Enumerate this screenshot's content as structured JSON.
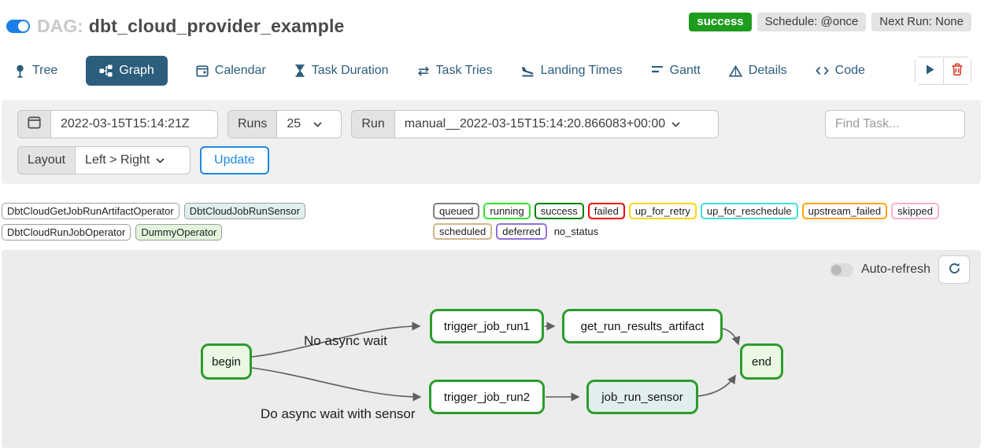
{
  "header": {
    "dag_prefix": "DAG:",
    "dag_title": "dbt_cloud_provider_example",
    "dag_paused_toggle_on": true,
    "badges": {
      "status": "success",
      "schedule": "Schedule: @once",
      "next_run": "Next Run: None"
    }
  },
  "tabs": {
    "active_tab": "Graph",
    "items": [
      {
        "label": "Tree",
        "icon": "tree-pin-icon"
      },
      {
        "label": "Graph",
        "icon": "graph-icon"
      },
      {
        "label": "Calendar",
        "icon": "calendar-icon"
      },
      {
        "label": "Task Duration",
        "icon": "hourglass-icon"
      },
      {
        "label": "Task Tries",
        "icon": "repeat-icon"
      },
      {
        "label": "Landing Times",
        "icon": "plane-landing-icon"
      },
      {
        "label": "Gantt",
        "icon": "gantt-icon"
      },
      {
        "label": "Details",
        "icon": "details-triangle-icon"
      },
      {
        "label": "Code",
        "icon": "code-icon"
      }
    ],
    "action_icons": [
      "play-icon",
      "trash-icon"
    ]
  },
  "filters": {
    "base_date_value": "2022-03-15T15:14:21Z",
    "runs_label": "Runs",
    "runs_value": "25",
    "run_label": "Run",
    "run_value": "manual__2022-03-15T15:14:20.866083+00:00",
    "find_task_placeholder": "Find Task...",
    "layout_label": "Layout",
    "layout_value": "Left > Right",
    "update_label": "Update"
  },
  "legend": {
    "operators": [
      {
        "label": "DbtCloudGetJobRunArtifactOperator",
        "bg": "#ffffff"
      },
      {
        "label": "DbtCloudJobRunSensor",
        "bg": "#dff0ee"
      },
      {
        "label": "DbtCloudRunJobOperator",
        "bg": "#ffffff"
      },
      {
        "label": "DummyOperator",
        "bg": "#e2f5dc"
      }
    ],
    "statuses": [
      {
        "label": "queued",
        "color": "#808080"
      },
      {
        "label": "running",
        "color": "#2ce52c"
      },
      {
        "label": "success",
        "color": "#008000"
      },
      {
        "label": "failed",
        "color": "#f30000"
      },
      {
        "label": "up_for_retry",
        "color": "#ffd700"
      },
      {
        "label": "up_for_reschedule",
        "color": "#40e0d0"
      },
      {
        "label": "upstream_failed",
        "color": "#ffa500"
      },
      {
        "label": "skipped",
        "color": "#ffb0c8"
      },
      {
        "label": "scheduled",
        "color": "#d2b48c"
      },
      {
        "label": "deferred",
        "color": "#9370db"
      },
      {
        "label": "no_status",
        "color": "none"
      }
    ]
  },
  "graph": {
    "auto_refresh_label": "Auto-refresh",
    "auto_refresh_on": false,
    "node_border_color": "#2c9c2c",
    "nodes": [
      {
        "label": "begin",
        "state": "success",
        "fill": "#e9f7e3"
      },
      {
        "label": "trigger_job_run1",
        "state": "success",
        "fill": "#ffffff"
      },
      {
        "label": "get_run_results_artifact",
        "state": "success",
        "fill": "#ffffff"
      },
      {
        "label": "end",
        "state": "success",
        "fill": "#e9f7e3"
      },
      {
        "label": "trigger_job_run2",
        "state": "success",
        "fill": "#ffffff"
      },
      {
        "label": "job_run_sensor",
        "state": "success",
        "fill": "#e0efee"
      }
    ],
    "edges": [
      {
        "from": "begin",
        "to": "trigger_job_run1",
        "label": "No async wait"
      },
      {
        "from": "begin",
        "to": "trigger_job_run2",
        "label": "Do async wait with sensor"
      },
      {
        "from": "trigger_job_run1",
        "to": "get_run_results_artifact",
        "label": ""
      },
      {
        "from": "get_run_results_artifact",
        "to": "end",
        "label": ""
      },
      {
        "from": "trigger_job_run2",
        "to": "job_run_sensor",
        "label": ""
      },
      {
        "from": "job_run_sensor",
        "to": "end",
        "label": ""
      }
    ]
  },
  "colors": {
    "accent_blue": "#1a80e5",
    "tab_active_bg": "#2c5d7d",
    "success_badge_bg": "#1e9c1e",
    "filter_panel_bg": "#f0f0f0",
    "graph_panel_bg": "#ececec",
    "update_button_border": "#1e88e5",
    "delete_icon_red": "#dd3c2a"
  }
}
